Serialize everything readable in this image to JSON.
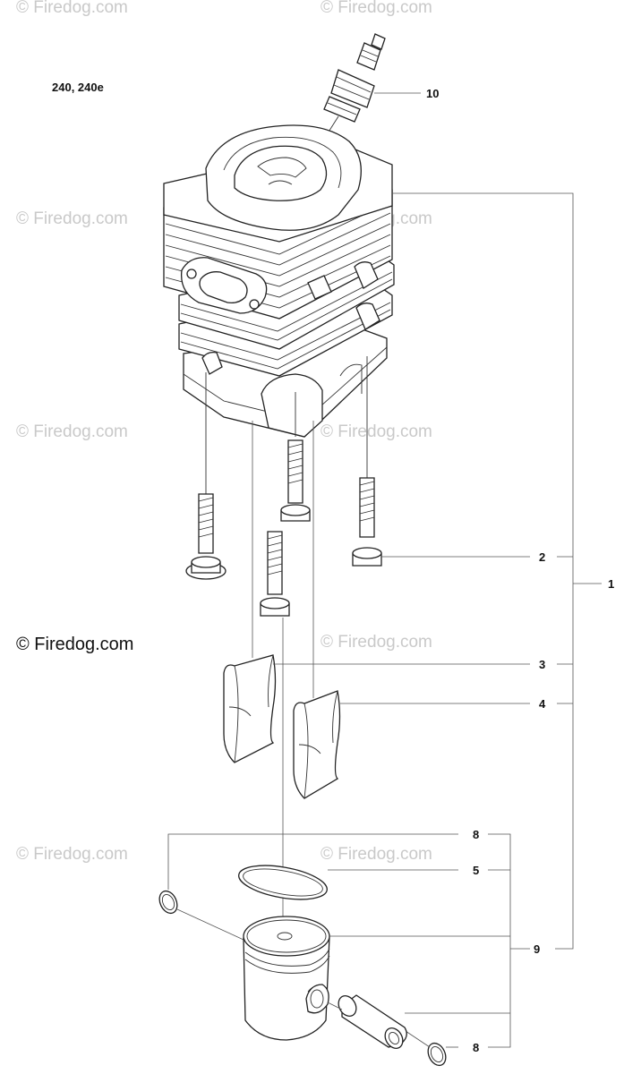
{
  "model_label": "240, 240e",
  "watermarks": {
    "light": "© Firedog.com",
    "dark": "© Firedog.com"
  },
  "callouts": [
    "1",
    "2",
    "3",
    "4",
    "5",
    "8",
    "8",
    "9",
    "10"
  ]
}
